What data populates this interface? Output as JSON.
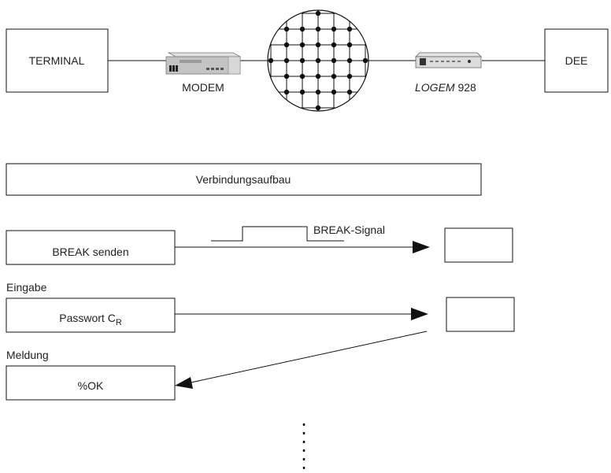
{
  "top": {
    "terminal": "TERMINAL",
    "modem": "MODEM",
    "logem_name": "LOGEM",
    "logem_model": "928",
    "dee": "DEE"
  },
  "sequence": {
    "verbindung": "Verbindungsaufbau",
    "break_senden": "BREAK senden",
    "break_signal": "BREAK-Signal",
    "eingabe": "Eingabe",
    "passwort": "Passwort C",
    "passwort_sub": "R",
    "meldung": "Meldung",
    "ok": "%OK"
  }
}
